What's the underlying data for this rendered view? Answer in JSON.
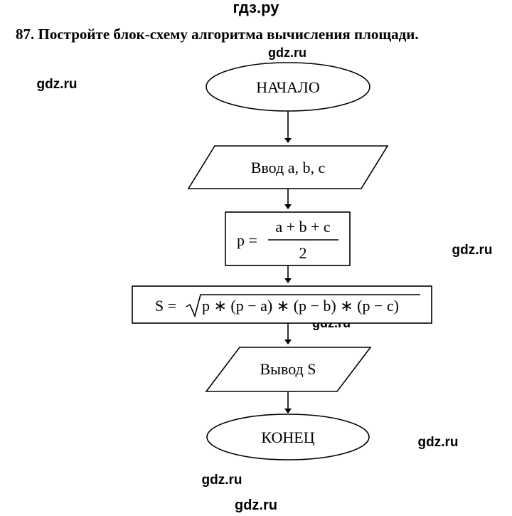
{
  "header": {
    "site": "гдз.ру"
  },
  "task": {
    "title": "87. Постройте блок-схему алгоритма вычисления площади."
  },
  "watermarks": [
    "gdz.ru",
    "gdz.ru",
    "gdz.ru",
    "gdz.ru",
    "gdz.ru",
    "gdz.ru",
    "gdz.ru"
  ],
  "flowchart": {
    "start": "НАЧАЛО",
    "input": "Ввод a, b, c",
    "calc_p": {
      "lhs": "p =",
      "numerator": "a + b + c",
      "denominator": "2"
    },
    "calc_s": {
      "lhs": "S =",
      "radicand": "p ∗ (p − a) ∗ (p − b) ∗ (p − c)"
    },
    "output": "Вывод S",
    "end": "КОНЕЦ"
  }
}
